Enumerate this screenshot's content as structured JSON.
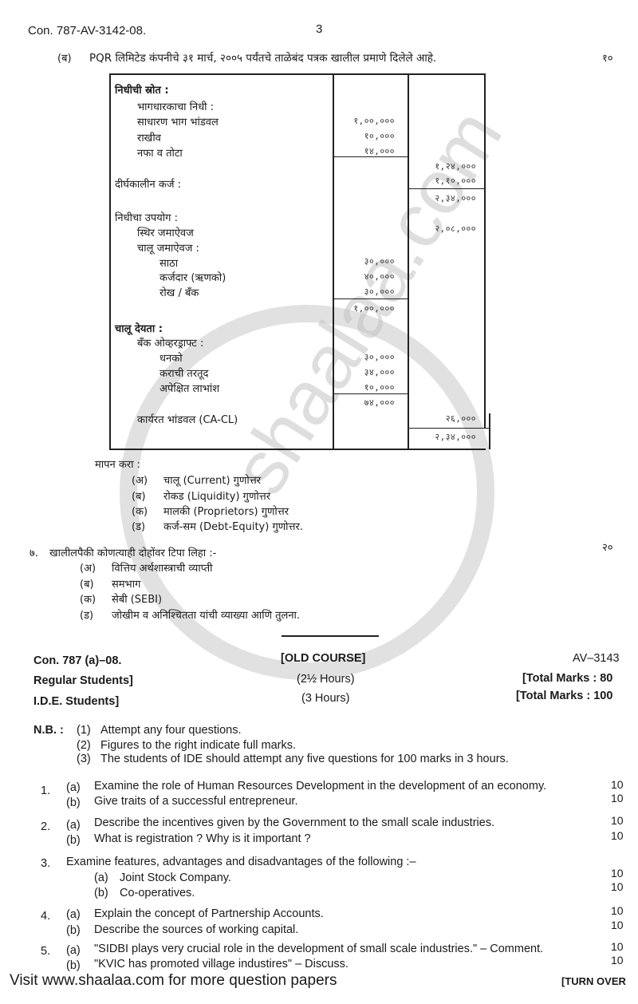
{
  "page": {
    "header_code": "Con. 787-AV-3142-08.",
    "page_number": "3"
  },
  "q6b": {
    "label": "(ब)",
    "text": "PQR लिमिटेड कंपनीचे ३१ मार्च, २००५ पर्यंतचे ताळेबंद पत्रक खालील प्रमाणे दिलेले आहे.",
    "marks": "१०"
  },
  "balance_sheet": {
    "rows": [
      {
        "label": "निधीची स्रोत :",
        "indent": 0,
        "bold": true
      },
      {
        "label": "भागधारकाचा निधी :",
        "indent": 1
      },
      {
        "label": "साधारण भाग भांडवल",
        "indent": 1,
        "col2": "१,००,०००"
      },
      {
        "label": "राखीव",
        "indent": 1,
        "col2": "१०,०००"
      },
      {
        "label": "नफा व तोटा",
        "indent": 1,
        "col2": "१४,०००"
      },
      {
        "label": "",
        "col3": "१,२४,०००"
      },
      {
        "label": "दीर्घकालीन कर्ज :",
        "indent": 0,
        "col3": "१,१०,०००"
      },
      {
        "label": "",
        "col3": "२,३४,०००"
      },
      {
        "label": "निधीचा उपयोग :",
        "indent": 0
      },
      {
        "label": "स्थिर जमाऐवज",
        "indent": 1,
        "col3": "२,०८,०००"
      },
      {
        "label": "चालू जमाऐवज :",
        "indent": 1
      },
      {
        "label": "साठा",
        "indent": 2,
        "col2": "३०,०००"
      },
      {
        "label": "कर्जदार (ऋणको)",
        "indent": 2,
        "col2": "४०,०००"
      },
      {
        "label": "रोख / बँक",
        "indent": 2,
        "col2": "३०,०००"
      },
      {
        "label": "",
        "col2": "१,००,०००"
      },
      {
        "label": "चालू देयता :",
        "indent": 0,
        "bold": true
      },
      {
        "label": "बँक ओव्हरड्राफ्ट :",
        "indent": 1
      },
      {
        "label": "धनको",
        "indent": 2,
        "col2": "३०,०००"
      },
      {
        "label": "कराची तरतूद",
        "indent": 2,
        "col2": "३४,०००"
      },
      {
        "label": "अपेक्षित लाभांश",
        "indent": 2,
        "col2": "१०,०००"
      },
      {
        "label": "",
        "col2": "७४,०००"
      },
      {
        "label": "कार्यरत भांडवल (CA-CL)",
        "indent": 1,
        "col3": "२६,०००"
      },
      {
        "label": "",
        "col3": "२,३४,०००"
      }
    ]
  },
  "compute": {
    "title": "मापन करा :",
    "items": [
      {
        "label": "(अ)",
        "text": "चालू (Current) गुणोत्तर"
      },
      {
        "label": "(ब)",
        "text": "रोकड (Liquidity) गुणोत्तर"
      },
      {
        "label": "(क)",
        "text": "मालकी (Proprietors) गुणोत्तर"
      },
      {
        "label": "(ड)",
        "text": "कर्ज-सम (Debt-Equity) गुणोत्तर."
      }
    ]
  },
  "q7": {
    "number": "७.",
    "text": "खालीलपैकी कोणत्याही दोहोंवर टिपा लिहा :-",
    "marks": "२०",
    "items": [
      {
        "label": "(अ)",
        "text": "वित्तिय अर्थशास्त्राची व्याप्ती"
      },
      {
        "label": "(ब)",
        "text": "समभाग"
      },
      {
        "label": "(क)",
        "text": "सेबी (SEBI)"
      },
      {
        "label": "(ड)",
        "text": "जोखीम व अनिश्चितता यांची व्याख्या आणि तुलना."
      }
    ]
  },
  "paper2": {
    "code": "Con. 787 (a)–08.",
    "course": "[OLD COURSE]",
    "av_code": "AV–3143",
    "regular": "Regular Students]",
    "regular_hours": "(2½ Hours)",
    "regular_marks": "[Total Marks : 80",
    "ide": "I.D.E. Students]",
    "ide_hours": "(3 Hours)",
    "ide_marks": "[Total Marks : 100"
  },
  "nb": {
    "label": "N.B. :",
    "items": [
      {
        "num": "(1)",
        "text": "Attempt any four questions."
      },
      {
        "num": "(2)",
        "text": "Figures to the right indicate full marks."
      },
      {
        "num": "(3)",
        "text": "The students of IDE should attempt any five questions for 100 marks in 3 hours."
      }
    ]
  },
  "questions": [
    {
      "num": "1.",
      "parts": [
        {
          "label": "(a)",
          "text": "Examine the role of Human Resources Development in the development of an economy.",
          "marks": "10"
        },
        {
          "label": "(b)",
          "text": "Give traits of a successful entrepreneur.",
          "marks": "10"
        }
      ]
    },
    {
      "num": "2.",
      "parts": [
        {
          "label": "(a)",
          "text": "Describe the incentives given by the Government to the small scale industries.",
          "marks": "10"
        },
        {
          "label": "(b)",
          "text": "What is registration ? Why is it important ?",
          "marks": "10"
        }
      ]
    },
    {
      "num": "3.",
      "intro": "Examine features, advantages and disadvantages of the following :–",
      "parts": [
        {
          "label": "(a)",
          "text": "Joint Stock Company.",
          "marks": "10"
        },
        {
          "label": "(b)",
          "text": "Co-operatives.",
          "marks": "10"
        }
      ]
    },
    {
      "num": "4.",
      "parts": [
        {
          "label": "(a)",
          "text": "Explain the concept of Partnership Accounts.",
          "marks": "10"
        },
        {
          "label": "(b)",
          "text": "Describe the sources of working capital.",
          "marks": "10"
        }
      ]
    },
    {
      "num": "5.",
      "parts": [
        {
          "label": "(a)",
          "text": "\"SIDBI plays very crucial role in the development of small scale industries.\" – Comment.",
          "marks": "10"
        },
        {
          "label": "(b)",
          "text": "\"KVIC has promoted village industires\" – Discuss.",
          "marks": "10"
        }
      ]
    }
  ],
  "footer": {
    "visit": "Visit www.shaalaa.com for more question papers",
    "turn_over": "[TURN OVER"
  },
  "watermark": {
    "text": "shaalaa.com"
  }
}
